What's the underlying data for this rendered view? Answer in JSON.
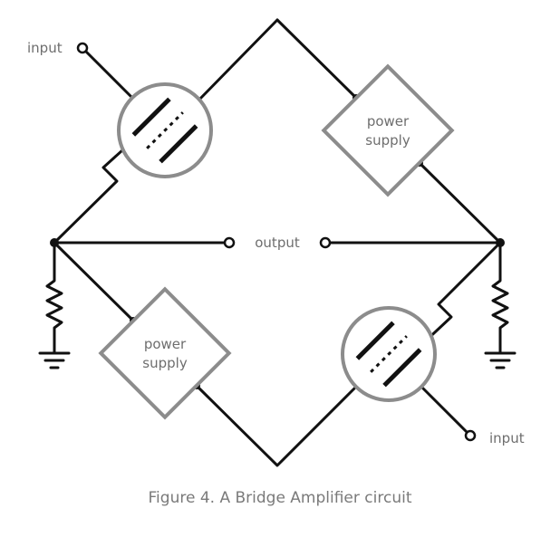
{
  "labels": {
    "input_top": "input",
    "input_bottom": "input",
    "output": "output",
    "power_supply_top": [
      "power",
      "supply"
    ],
    "power_supply_bottom": [
      "power",
      "supply"
    ]
  },
  "caption": "Figure 4. A Bridge Amplifier circuit",
  "colors": {
    "wire": "#111111",
    "component_outline": "#8c8c8c",
    "label_text": "#6e6e6e",
    "caption_text": "#7a7a7a",
    "background": "#ffffff"
  },
  "icons": {
    "tube": "vacuum-tube-icon",
    "resistor": "resistor-icon",
    "ground": "ground-icon",
    "terminal": "terminal-circle-icon"
  }
}
